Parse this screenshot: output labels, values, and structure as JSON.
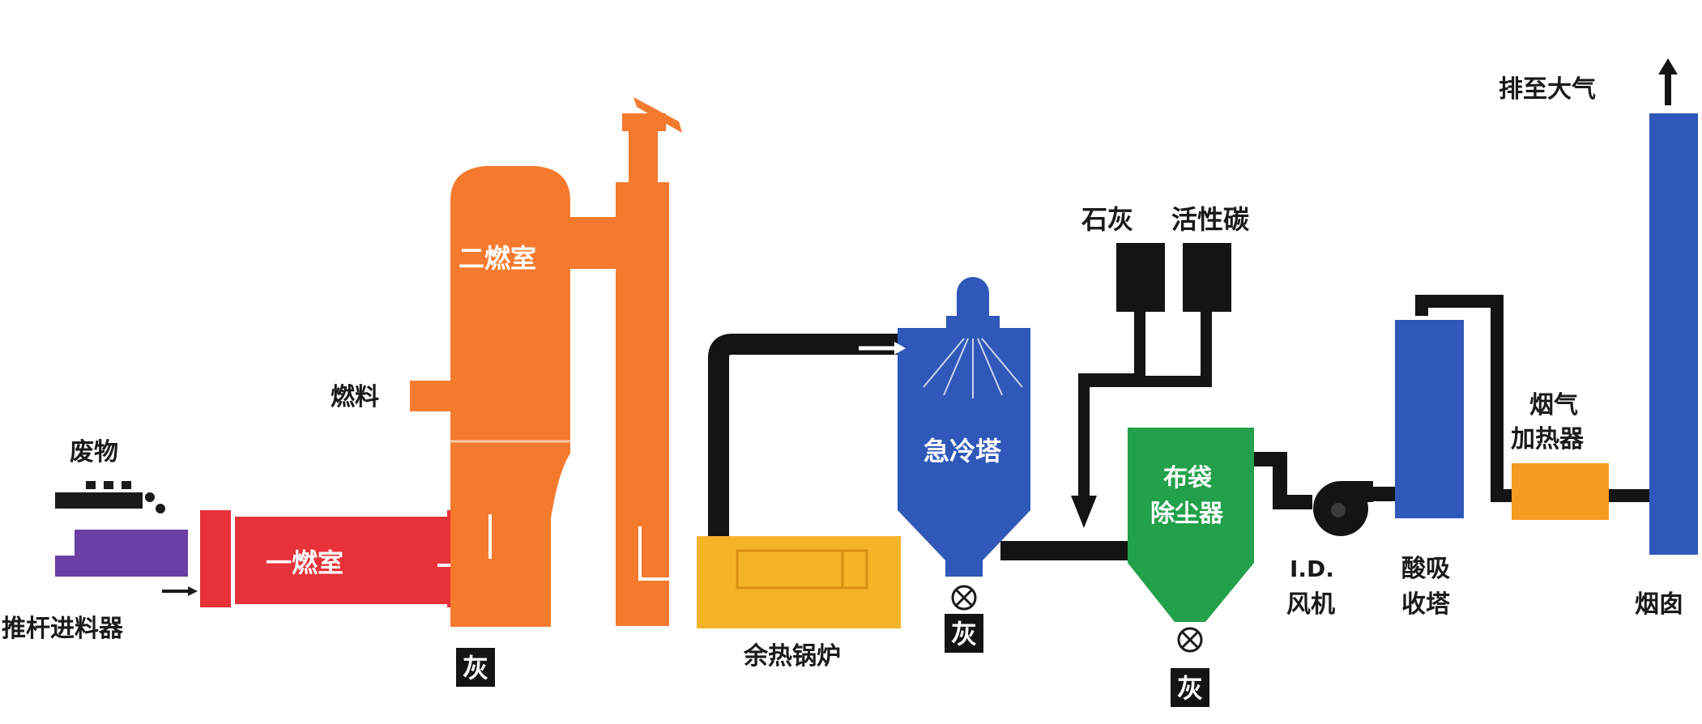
{
  "labels": {
    "pusher_feeder": "推杆进料器",
    "waste": "废物",
    "primary_chamber": "一燃室",
    "secondary_chamber": "二燃室",
    "fuel": "燃料",
    "ash": "灰",
    "waste_heat_boiler": "余热锅炉",
    "quench_tower": "急冷塔",
    "lime": "石灰",
    "activated_carbon": "活性碳",
    "baghouse_line1": "布袋",
    "baghouse_line2": "除尘器",
    "id_fan_line1": "I.D.",
    "id_fan_line2": "风机",
    "acid_absorber_line1": "酸吸",
    "acid_absorber_line2": "收塔",
    "flue_gas_heater_line1": "烟气",
    "flue_gas_heater_line2": "加热器",
    "to_atmosphere": "排至大气",
    "chimney": "烟囱"
  },
  "colors": {
    "combustion_orange": "#f57a2e",
    "primary_red": "#e8323a",
    "boiler_yellow": "#f5b428",
    "tower_blue": "#2f58b8",
    "baghouse_green": "#22a04a",
    "feeder_purple": "#6b3fa3",
    "pipe_black": "#141414",
    "heater_orange": "#f59a22"
  }
}
